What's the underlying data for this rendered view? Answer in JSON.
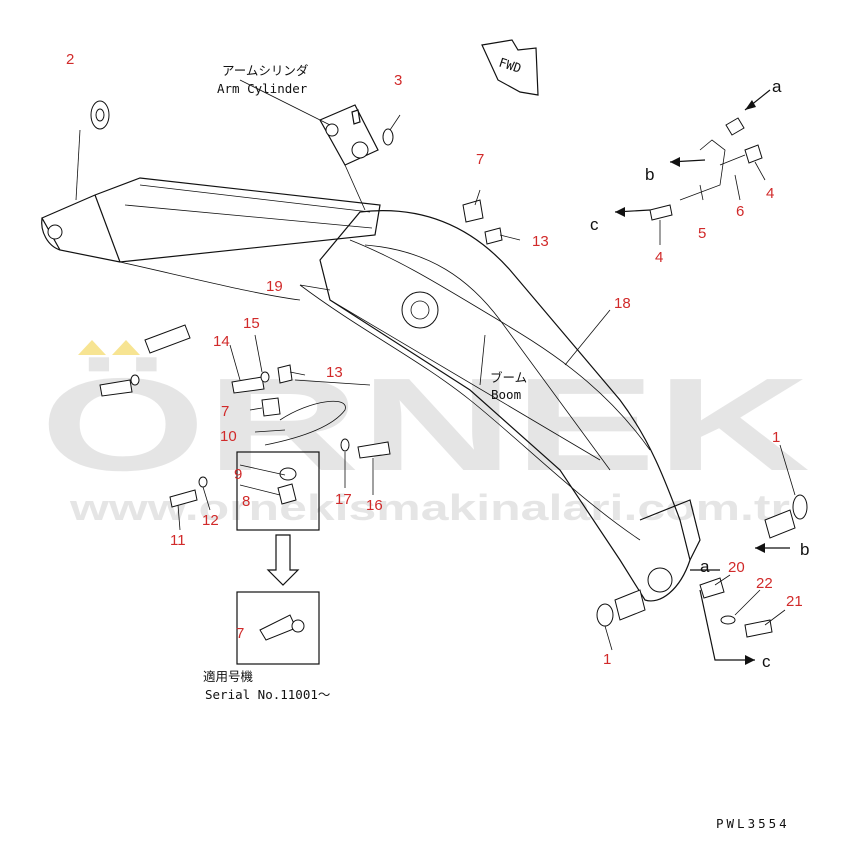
{
  "callouts": [
    "1",
    "1",
    "2",
    "3",
    "4",
    "4",
    "5",
    "6",
    "7",
    "7",
    "7",
    "8",
    "9",
    "10",
    "11",
    "12",
    "13",
    "13",
    "14",
    "15",
    "16",
    "17",
    "18",
    "19",
    "20",
    "21",
    "22"
  ],
  "arm_cylinder_label_jp": "アームシリンダ",
  "arm_cylinder_label_en": "Arm Cylinder",
  "boom_label_jp": "ブーム",
  "boom_label_en": "Boom",
  "fwd_label": "FWD",
  "serial_label_jp": "適用号機",
  "serial_label_en": "Serial No.11001〜",
  "direction_letters": [
    "a",
    "b",
    "c",
    "a",
    "b",
    "c"
  ],
  "watermark_brand": "ÖRNEK",
  "watermark_url": "www.ornekismakinalari.com.tr",
  "drawing_code": "PWL3554"
}
